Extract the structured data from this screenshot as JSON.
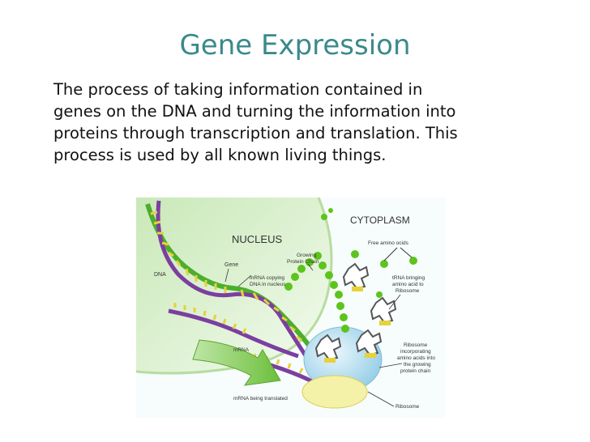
{
  "slide": {
    "title": "Gene Expression",
    "body_lines": [
      "The process of taking information contained in",
      "genes on the DNA and turning  the information into",
      "proteins through transcription and translation. This",
      "process is used by all known living things."
    ]
  },
  "diagram": {
    "labels": {
      "nucleus": "NUCLEUS",
      "cytoplasm": "CYTOPLASM",
      "dna": "DNA",
      "gene": "Gene",
      "mrna_copying_1": "mRNA copying",
      "mrna_copying_2": "DNA in nucleus",
      "growing_chain_1": "Growing",
      "growing_chain_2": "Protein Chain",
      "free_amino_acids": "Free amino ocids",
      "trna_1": "tRNA bringing",
      "trna_2": "amino acid to",
      "trna_3": "Ribosome",
      "ribosome_inc_1": "Ribosome",
      "ribosome_inc_2": "incorporating",
      "ribosome_inc_3": "amino acids into",
      "ribosome_inc_4": "the growing",
      "ribosome_inc_5": "protein chain",
      "mrna": "mRNA",
      "mrna_translated": "mRNA being translated",
      "ribosome": "Ribosome"
    },
    "colors": {
      "title": "#3a8a8c",
      "dna_green": "#4cae2c",
      "dna_purple": "#7b3fa0",
      "bases_yellow": "#e6d23a",
      "nucleus_fill": "#d6efc8",
      "cytoplasm_fill": "#eef8f8",
      "amino_acid": "#5cc41c",
      "ribosome_blue": "#a9d8ec"
    }
  }
}
